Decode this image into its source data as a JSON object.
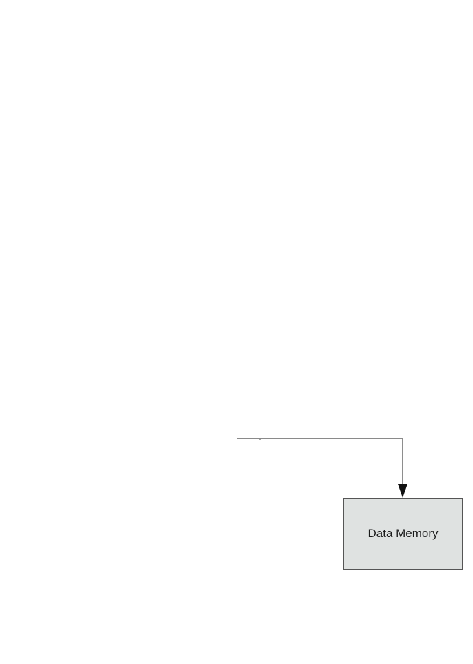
{
  "diagram": {
    "nodes": [
      {
        "id": "data-memory",
        "label": "Data Memory",
        "fill": "#dfe2e1",
        "border": "#555555"
      }
    ],
    "edges": [
      {
        "from": "offscreen-left",
        "to": "data-memory",
        "arrow": "filled-triangle",
        "color": "#444444"
      }
    ]
  }
}
